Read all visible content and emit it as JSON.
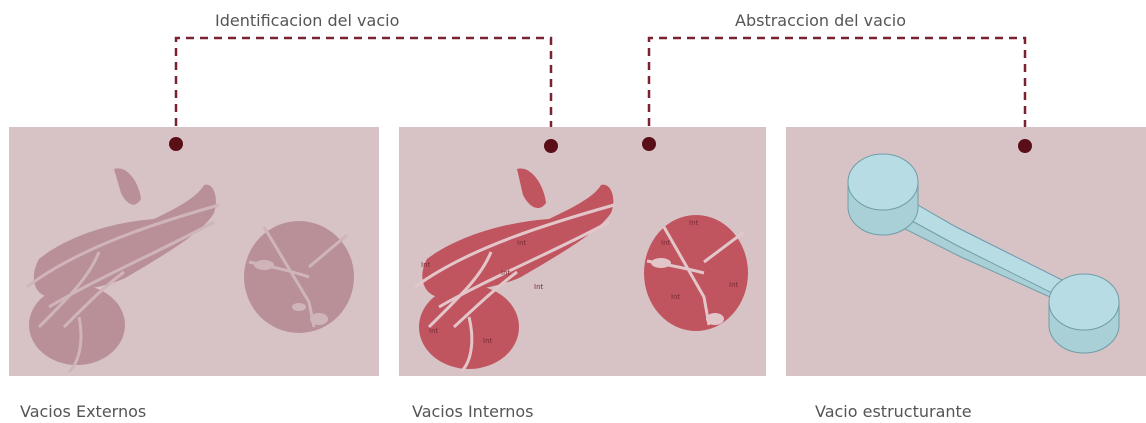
{
  "header": {
    "left_title": "Identificacion del vacio",
    "right_title": "Abstraccion del vacio"
  },
  "panels": [
    {
      "caption": "Vacios Externos"
    },
    {
      "caption": "Vacios Internos",
      "void_label": "Int"
    },
    {
      "caption": "Vacio estructurante"
    }
  ],
  "colors": {
    "panel_bg": "#d7c3c6",
    "connector": "#7a2330",
    "dot": "#5a0e18",
    "void_external": "#b99097",
    "void_internal": "#c0555f",
    "structure_fill": "#b8dce3",
    "structure_stroke": "#6f9ea8"
  }
}
